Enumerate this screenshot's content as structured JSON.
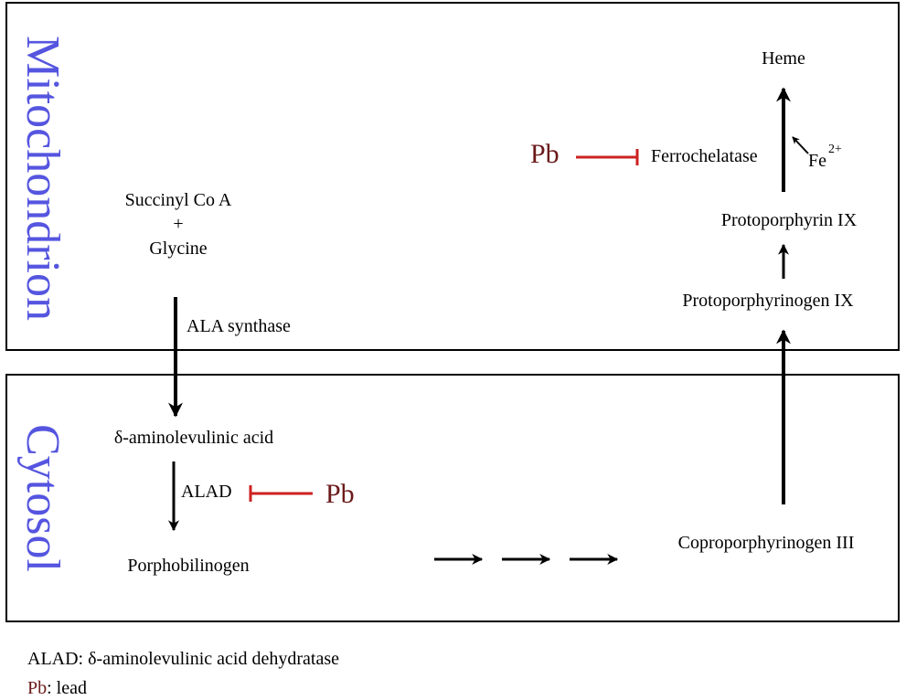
{
  "compartments": {
    "mitochondrion": "Mitochondrion",
    "cytosol": "Cytosol"
  },
  "nodes": {
    "succinyl_coa": "Succinyl Co A",
    "plus": "+",
    "glycine": "Glycine",
    "ala": "δ-aminolevulinic acid",
    "porphobilinogen": "Porphobilinogen",
    "coproporphyrinogen": "Coproporphyrinogen III",
    "protoporphyrinogen": "Protoporphyrinogen IX",
    "protoporphyrin": "Protoporphyrin IX",
    "heme": "Heme"
  },
  "enzymes": {
    "ala_synthase": "ALA synthase",
    "alad": "ALAD",
    "ferrochelatase": "Ferrochelatase"
  },
  "cofactor": {
    "base": "Fe",
    "charge": "2+"
  },
  "inhibitor": {
    "label": "Pb",
    "color": "#6b1a1a",
    "bar_color": "#cc2222"
  },
  "legend": {
    "alad_key": "ALAD",
    "alad_desc": ": δ-aminolevulinic acid dehydratase",
    "pb_key": "Pb",
    "pb_desc": ": lead"
  }
}
